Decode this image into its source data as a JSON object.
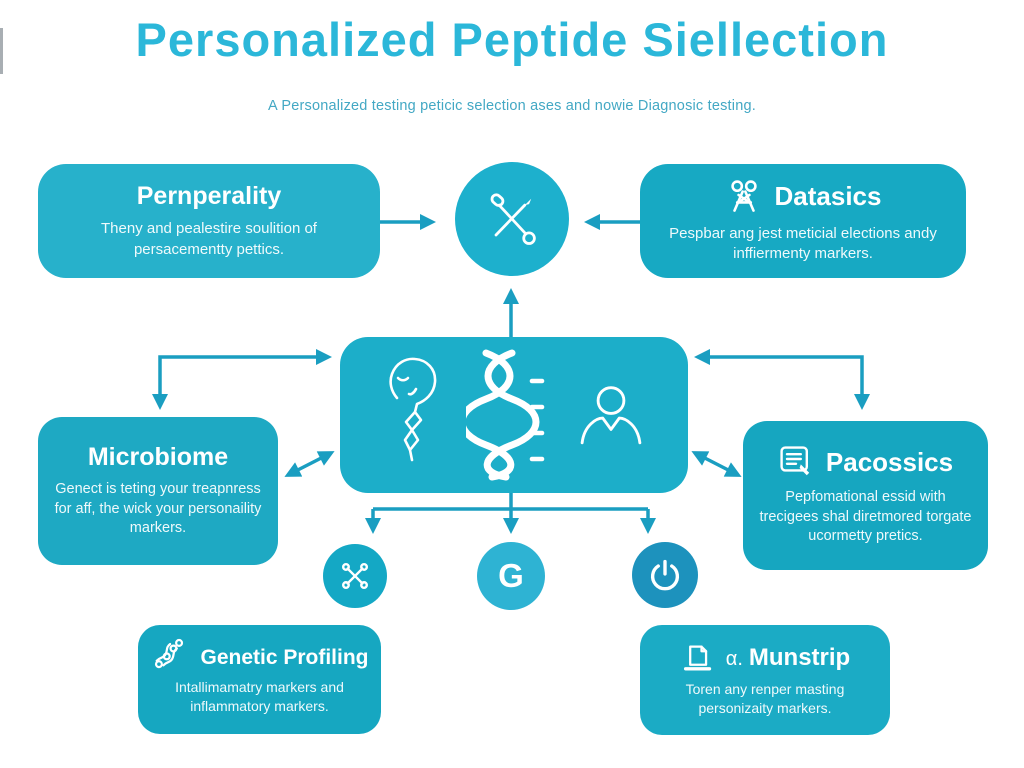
{
  "palette": {
    "background": "#ffffff",
    "title_color": "#2bb7d9",
    "subtitle_color": "#43a8c4",
    "box_teal": "#1caec9",
    "box_teal_light": "#27b1cb",
    "box_teal_deep": "#16a6c0",
    "circle_top": "#1db0cd",
    "circle_small_left": "#14a8c5",
    "circle_small_mid": "#2eb3d3",
    "circle_small_right": "#1d92bd",
    "arrow_color": "#1a9ec1",
    "text_on_teal": "#ffffff"
  },
  "header": {
    "title": "Personalized Peptide Siellection",
    "subtitle": "A Personalized testing peticic selection ases and nowie Diagnosic testing."
  },
  "diagram": {
    "top_left": {
      "title": "Pernperality",
      "body": "Theny and pealestire soulition of persacementty pettics."
    },
    "hub_top": {
      "icon": "crossed-swabs-icon"
    },
    "top_right": {
      "icon": "lab-antenna-icon",
      "title": "Datasics",
      "body": "Pespbar ang jest meticial elections andy inffiermenty markers."
    },
    "center_hub": {
      "icons": [
        "head-profile-icon",
        "dna-helix-icon",
        "person-icon"
      ]
    },
    "mid_left": {
      "title": "Microbiome",
      "body": "Genect is teting your treapnress for aff, the wick your personaility markers."
    },
    "mid_right": {
      "icon": "document-pen-icon",
      "title": "Pacossics",
      "body": "Pepfomational essid with trecigees shal diretmored torgate ucormetty pretics."
    },
    "circle_left": {
      "icon": "crossed-scissors-icon"
    },
    "circle_mid": {
      "letter": "G"
    },
    "circle_right": {
      "icon": "power-icon"
    },
    "bottom_left": {
      "icon": "dna-strand-icon",
      "title": "Genetic Profiling",
      "body": "Intallimamatry markers and inflammatory markers."
    },
    "bottom_right": {
      "icon": "laptop-page-icon",
      "title_prefix": "α.",
      "title": "Munstrip",
      "body": "Toren any renper masting personizaity markers."
    }
  }
}
